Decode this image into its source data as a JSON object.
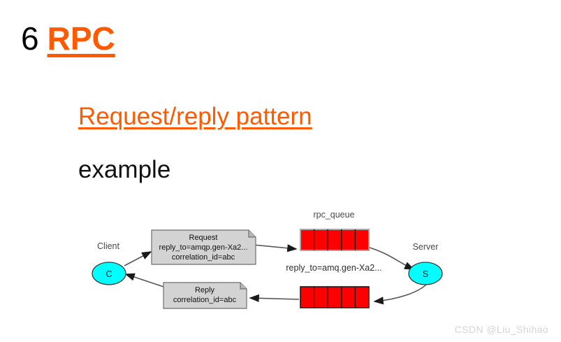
{
  "slide": {
    "number": "6",
    "title": "RPC",
    "subheading": "Request/reply pattern",
    "example_label": "example",
    "watermark": "CSDN @Liu_Shihao"
  },
  "colors": {
    "accent": "#ff5a00",
    "text": "#111111",
    "node_fill": "#00ffff",
    "queue_fill": "#ff0000",
    "note_fill": "#d3d3d3",
    "stroke": "#555555",
    "watermark": "#d5d5d5"
  },
  "diagram": {
    "type": "rpc-request-reply-flow",
    "nodes": [
      {
        "id": "client",
        "label": "Client",
        "glyph": "C",
        "shape": "ellipse",
        "fill": "#00ffff"
      },
      {
        "id": "server",
        "label": "Server",
        "glyph": "S",
        "shape": "ellipse",
        "fill": "#00ffff"
      }
    ],
    "notes": [
      {
        "id": "request-note",
        "title": "Request",
        "lines": [
          "reply_to=amqp.gen-Xa2...",
          "correlation_id=abc"
        ]
      },
      {
        "id": "reply-note",
        "title": "Reply",
        "lines": [
          "correlation_id=abc"
        ]
      }
    ],
    "queues": [
      {
        "id": "rpc-queue",
        "label": "rpc_queue",
        "segments": 5,
        "fill": "#ff0000"
      },
      {
        "id": "reply-queue",
        "label": "reply_to=amq.gen-Xa2...",
        "segments": 5,
        "fill": "#ff0000"
      }
    ],
    "edges": [
      {
        "from": "client",
        "to": "request-note"
      },
      {
        "from": "request-note",
        "to": "rpc-queue"
      },
      {
        "from": "rpc-queue",
        "to": "server"
      },
      {
        "from": "server",
        "to": "reply-queue"
      },
      {
        "from": "reply-queue",
        "to": "reply-note"
      },
      {
        "from": "reply-note",
        "to": "client"
      }
    ]
  }
}
